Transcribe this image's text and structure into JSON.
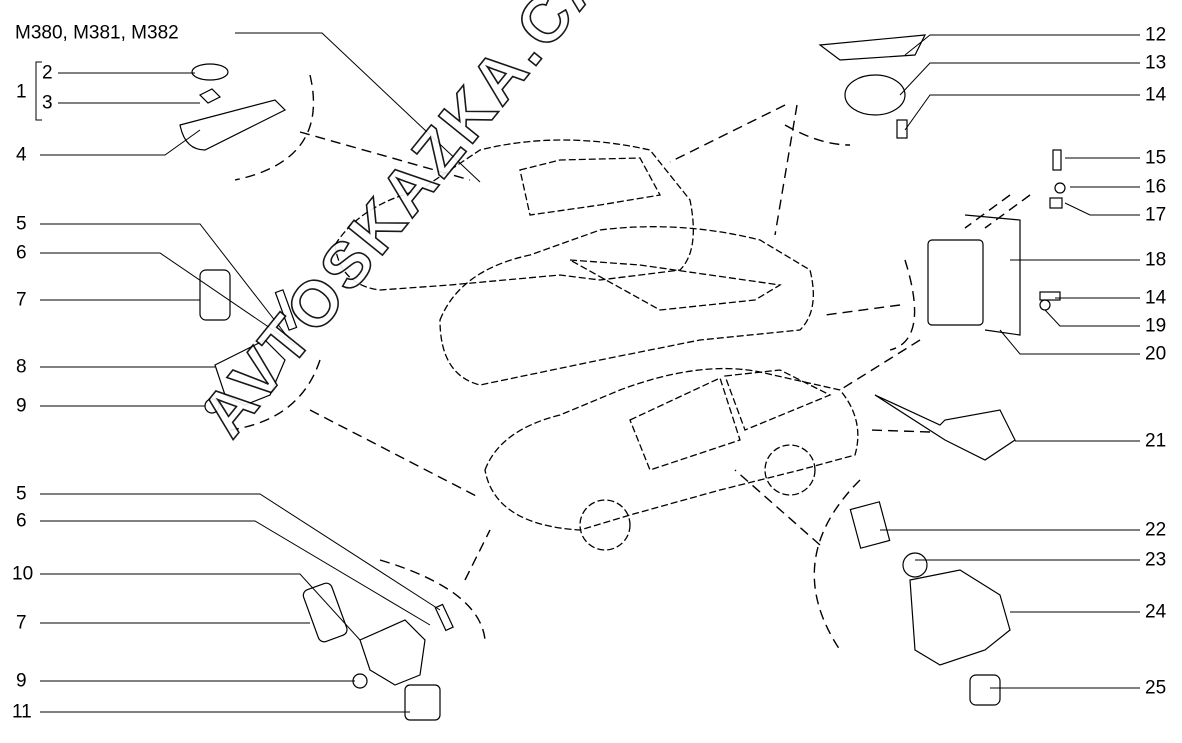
{
  "diagram": {
    "model_label": "M380, M381, M382",
    "watermark": "AVTOSKAZKA.CAT.ONLINE",
    "left_labels": [
      "1",
      "2",
      "3",
      "4",
      "5",
      "6",
      "7",
      "8",
      "9",
      "5",
      "6",
      "10",
      "7",
      "9",
      "11"
    ],
    "right_labels": [
      "12",
      "13",
      "14",
      "15",
      "16",
      "17",
      "18",
      "14",
      "19",
      "20",
      "21",
      "22",
      "23",
      "24",
      "25"
    ]
  }
}
